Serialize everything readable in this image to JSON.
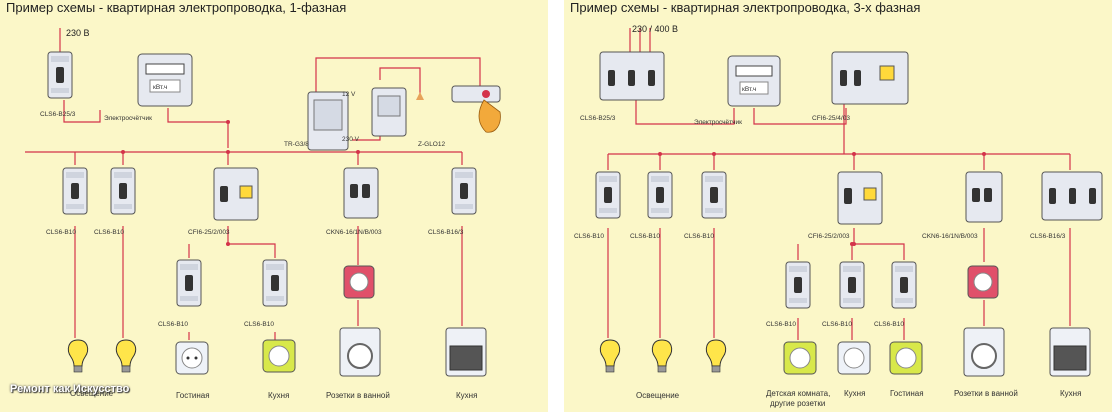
{
  "left": {
    "title": "Пример схемы - квартирная электропроводка, 1-фазная",
    "voltage": "230 В",
    "main_breaker": "CLS6-B25/3",
    "meter_label": "Электросчётчик",
    "meter_unit": "кВт.ч",
    "transformer": "TR-G3/8",
    "transformer_12v": "12 V",
    "transformer_230v": "230 V",
    "bell": "Z-GLO12",
    "branches": {
      "b1": "CLS6-B10",
      "b2": "CLS6-B10",
      "rcd": "CFI6-25/2/003",
      "rcbo": "CKN6-16/1N/B/003",
      "b16": "CLS6-B16/3",
      "sub1": "CLS6-B10",
      "sub2": "CLS6-B10"
    },
    "loads": {
      "lighting": "Освещение",
      "living": "Гостиная",
      "kitchen": "Кухня",
      "bath": "Розетки в ванной",
      "kitchen2": "Кухня"
    }
  },
  "right": {
    "title": "Пример схемы - квартирная электропроводка, 3-х фазная",
    "voltage": "230 / 400 В",
    "main_breaker": "CLS6-B25/3",
    "meter_label": "Электросчётчик",
    "meter_unit": "кВт.ч",
    "main_rcd": "CFI6-25/4/03",
    "branches": {
      "b1": "CLS6-B10",
      "b2": "CLS6-B10",
      "b3": "CLS6-B10",
      "rcd": "CFI6-25/2/003",
      "rcbo": "CKN6-16/1N/B/003",
      "b16": "CLS6-B16/3",
      "sub1": "CLS6-B10",
      "sub2": "CLS6-B10",
      "sub3": "CLS6-B10"
    },
    "loads": {
      "lighting": "Освещение",
      "kids1": "Детская комната,",
      "kids2": "другие розетки",
      "kitchen": "Кухня",
      "living": "Гостиная",
      "bath": "Розетки в ванной",
      "kitchen2": "Кухня"
    }
  },
  "watermark": "Ремонт как Искусство"
}
